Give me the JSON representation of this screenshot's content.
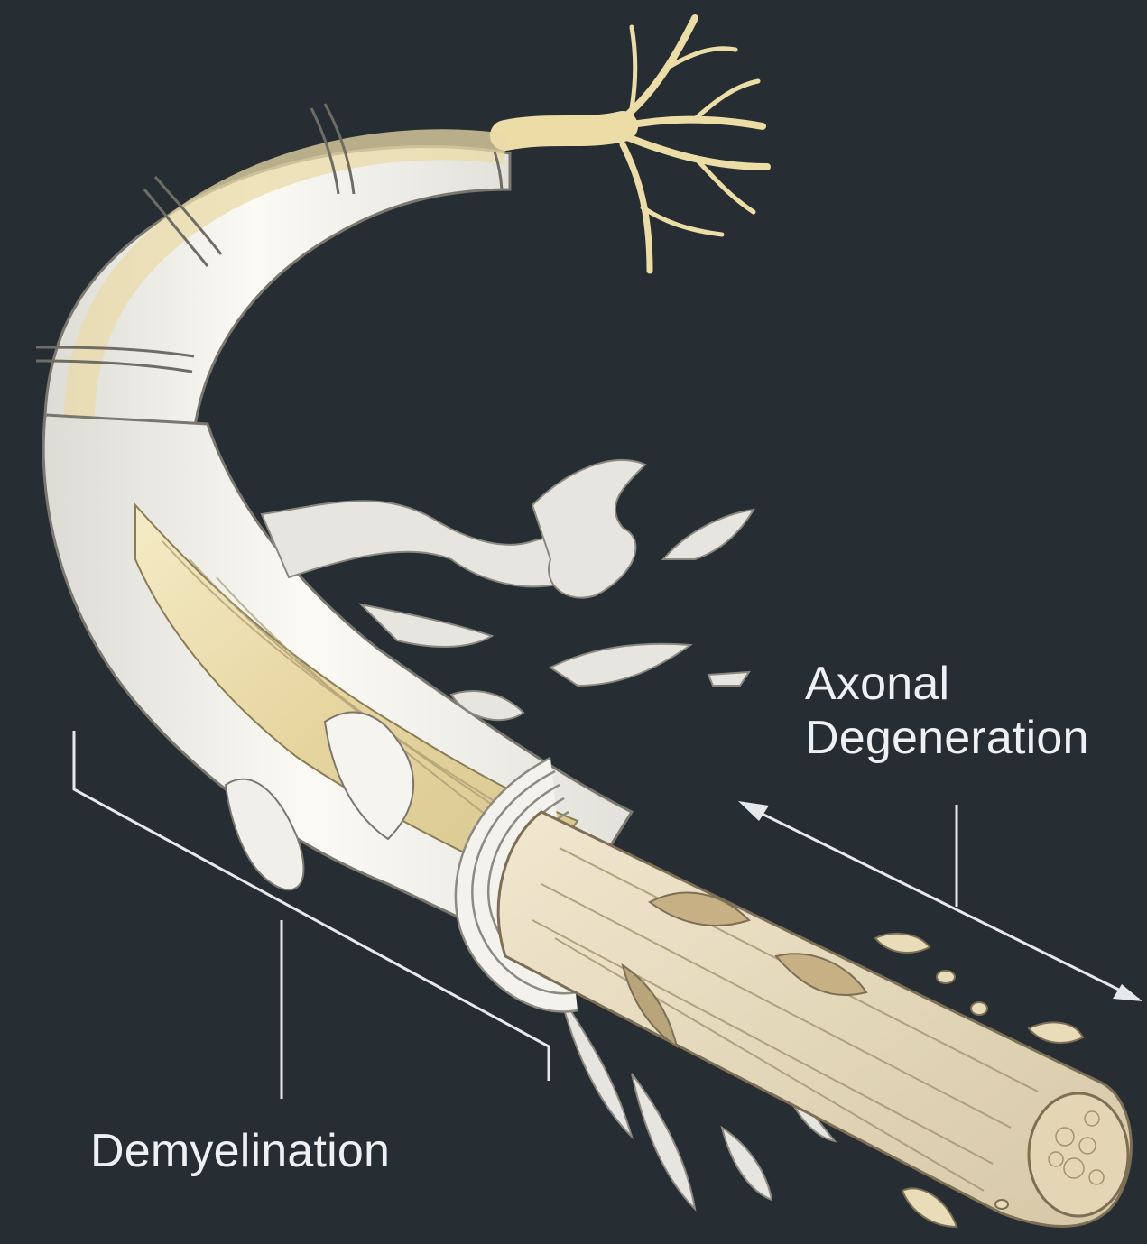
{
  "labels": {
    "axonal_line1": "Axonal",
    "axonal_line2": "Degeneration",
    "demyelination": "Demyelination"
  },
  "colors": {
    "background": "#262d33",
    "myelin": "#f1f0ea",
    "axon": "#eadcad",
    "axon_dark": "#c9b78a",
    "fragment": "#e3e2dc",
    "outline": "#6e6a60",
    "annotation_line": "#e6e8ea",
    "label_text": "#eef0f1"
  }
}
